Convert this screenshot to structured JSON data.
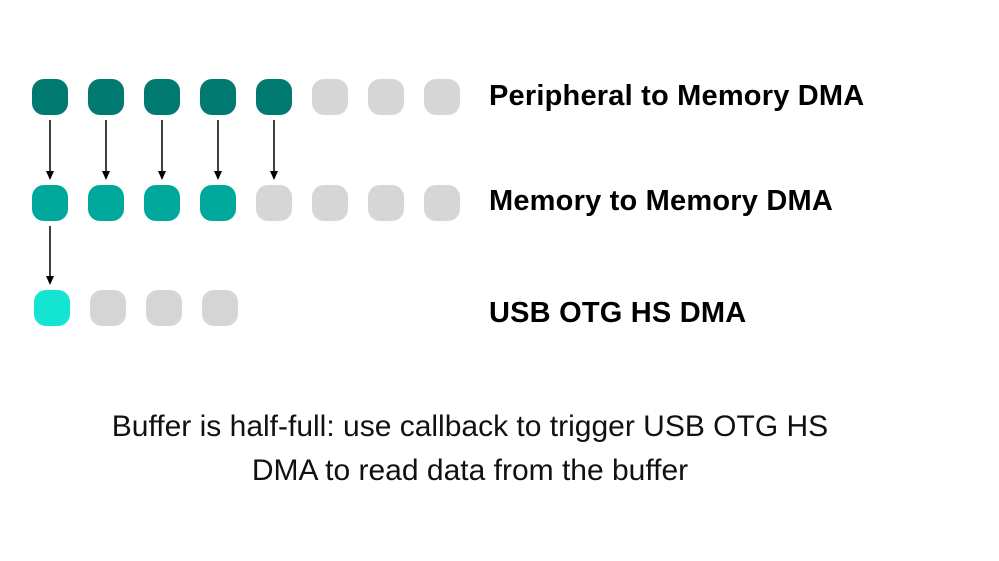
{
  "rows": [
    {
      "label": "Peripheral to Memory DMA",
      "filled": 5,
      "total": 8,
      "color": "#007a70"
    },
    {
      "label": "Memory to Memory DMA",
      "filled": 4,
      "total": 8,
      "color": "#00a89b"
    },
    {
      "label": "USB OTG HS DMA",
      "filled": 1,
      "total": 4,
      "color": "#14e5d0"
    }
  ],
  "empty_color": "#d6d6d6",
  "arrows": [
    {
      "from_row": 0,
      "count": 5
    },
    {
      "from_row": 1,
      "count": 1
    }
  ],
  "caption": {
    "line1": "Buffer is half-full: use callback to trigger USB OTG HS",
    "line2": "DMA to read data from the  buffer"
  }
}
